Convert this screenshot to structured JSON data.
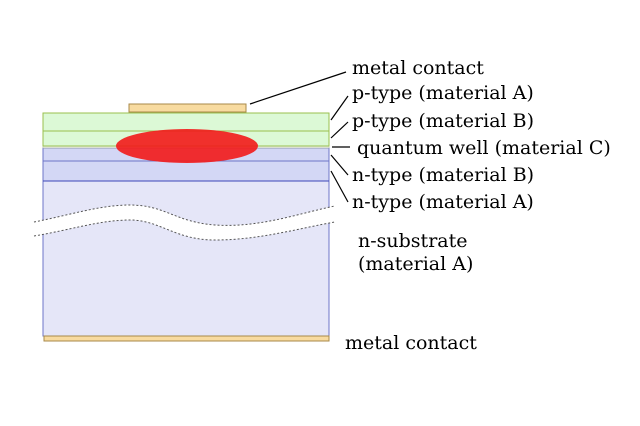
{
  "labels": {
    "top_contact": "metal contact",
    "p_type_a": "p-type (material A)",
    "p_type_b": "p-type (material B)",
    "quantum_well": "quantum well (material C)",
    "n_type_b": "n-type (material B)",
    "n_type_a": "n-type (material A)",
    "substrate_line1": "n-substrate",
    "substrate_line2": "(material A)",
    "bottom_contact": "metal contact"
  },
  "colors": {
    "metal": "#f8dba0",
    "p_layers": "#dcf9d6",
    "n_layers": "#d3d7f5",
    "substrate": "#e5e6f8",
    "active_region": "#f21a1a"
  }
}
